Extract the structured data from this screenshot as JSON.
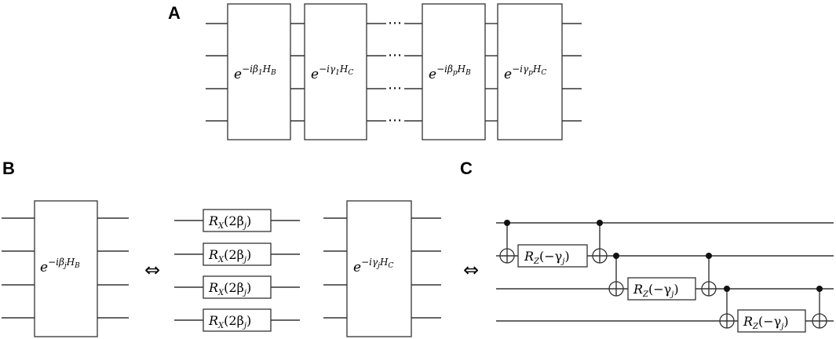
{
  "panel_a": {
    "label": "A",
    "gates": [
      {
        "base": "e",
        "exp_main": "−iβ",
        "exp_sub1": "1",
        "exp_h": "H",
        "exp_sub2": "B"
      },
      {
        "base": "e",
        "exp_main": "−iγ",
        "exp_sub1": "1",
        "exp_h": "H",
        "exp_sub2": "C"
      },
      {
        "base": "e",
        "exp_main": "−iβ",
        "exp_sub1": "p",
        "exp_h": "H",
        "exp_sub2": "B"
      },
      {
        "base": "e",
        "exp_main": "−iγ",
        "exp_sub1": "p",
        "exp_h": "H",
        "exp_sub2": "C"
      }
    ],
    "ellipsis": "⋯"
  },
  "panel_b": {
    "label": "B",
    "left_gate": {
      "base": "e",
      "exp_main": "−iβ",
      "exp_sub1": "j",
      "exp_h": "H",
      "exp_sub2": "B"
    },
    "equiv": "⇔",
    "rx_gates": [
      {
        "name": "R",
        "sub": "X",
        "arg": "(2β",
        "arg_sub": "j",
        "close": ")"
      },
      {
        "name": "R",
        "sub": "X",
        "arg": "(2β",
        "arg_sub": "j",
        "close": ")"
      },
      {
        "name": "R",
        "sub": "X",
        "arg": "(2β",
        "arg_sub": "j",
        "close": ")"
      },
      {
        "name": "R",
        "sub": "X",
        "arg": "(2β",
        "arg_sub": "j",
        "close": ")"
      }
    ],
    "right_gate": {
      "base": "e",
      "exp_main": "−iγ",
      "exp_sub1": "j",
      "exp_h": "H",
      "exp_sub2": "C"
    }
  },
  "panel_c": {
    "label": "C",
    "equiv": "⇔",
    "rz_gates": [
      {
        "name": "R",
        "sub": "Z",
        "arg": "(−γ",
        "arg_sub": "j",
        "close": ")"
      },
      {
        "name": "R",
        "sub": "Z",
        "arg": "(−γ",
        "arg_sub": "j",
        "close": ")"
      },
      {
        "name": "R",
        "sub": "Z",
        "arg": "(−γ",
        "arg_sub": "j",
        "close": ")"
      }
    ]
  }
}
